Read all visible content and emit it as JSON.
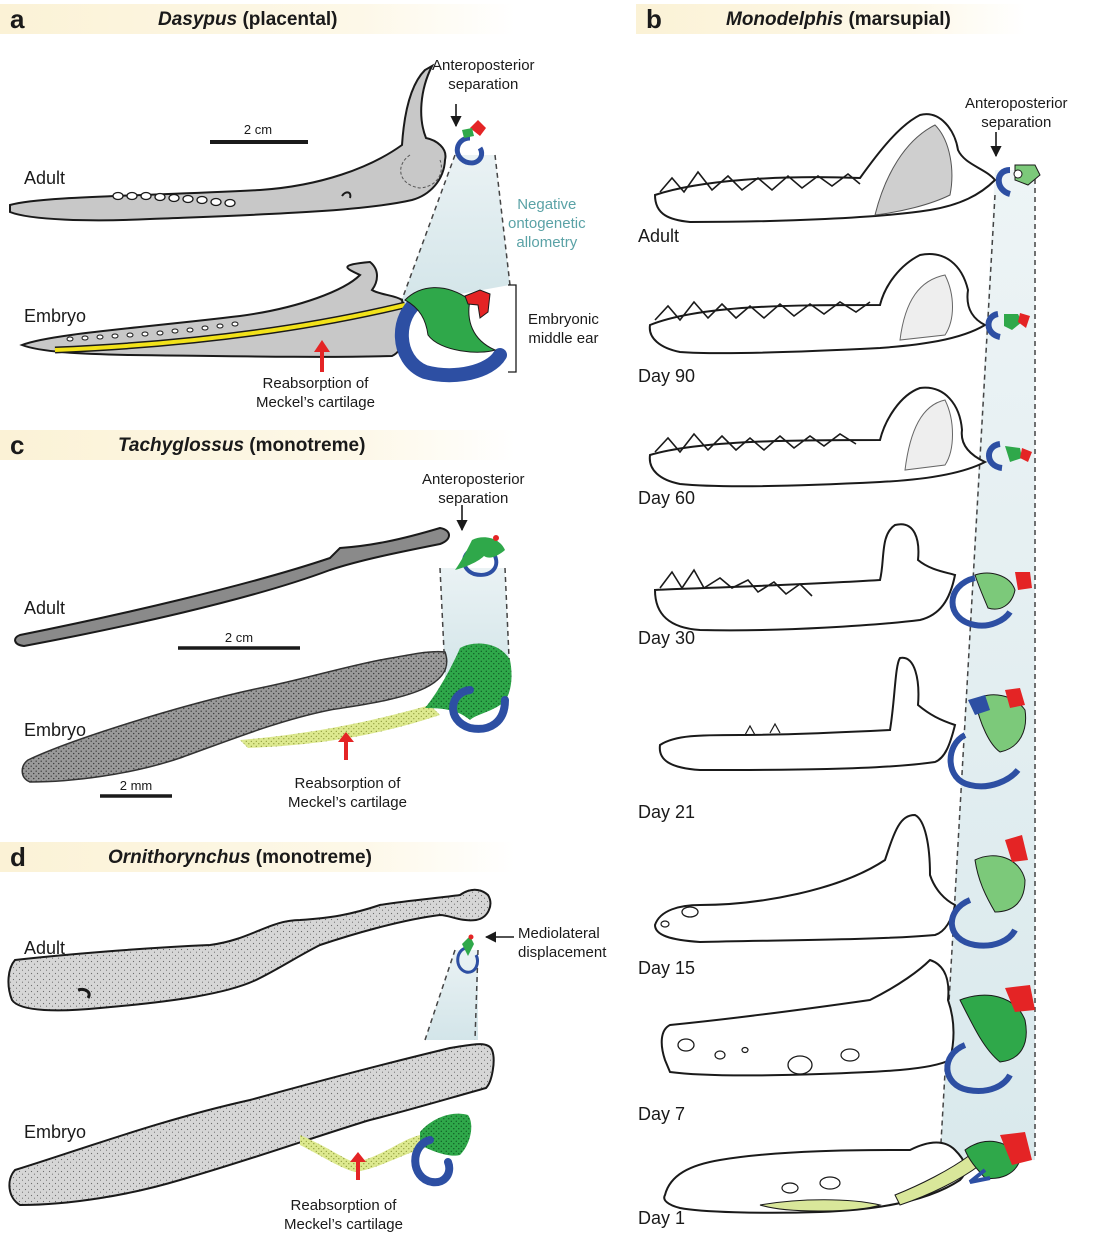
{
  "panel_a": {
    "letter": "a",
    "genus": "Dasypus",
    "group": "(placental)",
    "label_adult": "Adult",
    "label_embryo": "Embryo",
    "scale": "2 cm",
    "note_separation": [
      "Anteroposterior",
      "separation"
    ],
    "note_allometry": [
      "Negative",
      "ontogenetic",
      "allometry"
    ],
    "note_middle_ear": [
      "Embryonic",
      "middle ear"
    ],
    "note_reabsorption": [
      "Reabsorption of",
      "Meckel’s cartilage"
    ]
  },
  "panel_b": {
    "letter": "b",
    "genus": "Monodelphis",
    "group": "(marsupial)",
    "note_separation": [
      "Anteroposterior",
      "separation"
    ],
    "stages": [
      "Adult",
      "Day 90",
      "Day 60",
      "Day 30",
      "Day 21",
      "Day 15",
      "Day 7",
      "Day 1"
    ]
  },
  "panel_c": {
    "letter": "c",
    "genus": "Tachyglossus",
    "group": "(monotreme)",
    "label_adult": "Adult",
    "label_embryo": "Embryo",
    "scale_adult": "2 cm",
    "scale_embryo": "2 mm",
    "note_separation": [
      "Anteroposterior",
      "separation"
    ],
    "note_reabsorption": [
      "Reabsorption of",
      "Meckel’s cartilage"
    ]
  },
  "panel_d": {
    "letter": "d",
    "genus": "Ornithorynchus",
    "group": "(monotreme)",
    "label_adult": "Adult",
    "label_embryo": "Embryo",
    "note_displacement": [
      "Mediolateral",
      "displacement"
    ],
    "note_reabsorption": [
      "Reabsorption of",
      "Meckel’s cartilage"
    ]
  },
  "colors": {
    "bone_gray": "#c8c8c8",
    "dark_gray": "#8a8a8a",
    "blue": "#2d4fa3",
    "green": "#2fa84a",
    "light_green": "#7cc97a",
    "red": "#e42425",
    "yellow": "#f2e21a",
    "pale_yellow": "#d9e79a",
    "shade": "#dbe9ec",
    "header": "#fbf2d6",
    "arrow_red": "#e42425",
    "teal_text": "#5aa2a6"
  }
}
